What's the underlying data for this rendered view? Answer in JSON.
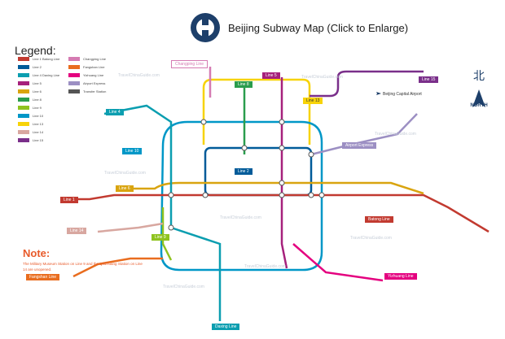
{
  "map": {
    "title": "Beijing Subway Map (Click to Enlarge)",
    "legend_title": "Legend:",
    "legend_items": [
      {
        "label": "Line 1 Batong Line",
        "color": "#c23a30",
        "col": 0,
        "row": 0
      },
      {
        "label": "Line 2",
        "color": "#005b99",
        "col": 0,
        "row": 1
      },
      {
        "label": "Line 4 Daxing Line",
        "color": "#0b9eb0",
        "col": 0,
        "row": 2
      },
      {
        "label": "Line 5",
        "color": "#a6217c",
        "col": 0,
        "row": 3
      },
      {
        "label": "Line 6",
        "color": "#d9a40f",
        "col": 0,
        "row": 4
      },
      {
        "label": "Line 8",
        "color": "#2a9d4d",
        "col": 0,
        "row": 5
      },
      {
        "label": "Line 9",
        "color": "#8fc31f",
        "col": 0,
        "row": 6
      },
      {
        "label": "Line 10",
        "color": "#0097c7",
        "col": 0,
        "row": 7
      },
      {
        "label": "Line 13",
        "color": "#f7d308",
        "col": 0,
        "row": 8
      },
      {
        "label": "Line 14",
        "color": "#d8a7a0",
        "col": 0,
        "row": 9
      },
      {
        "label": "Line 15",
        "color": "#7a2f8a",
        "col": 0,
        "row": 10
      },
      {
        "label": "Changping Line",
        "color": "#d57bb2",
        "col": 1,
        "row": 0
      },
      {
        "label": "Fangshan Line",
        "color": "#e96d1f",
        "col": 1,
        "row": 1
      },
      {
        "label": "Yizhuang Line",
        "color": "#e4007f",
        "col": 1,
        "row": 2
      },
      {
        "label": "Airport Express",
        "color": "#9c8fc3",
        "col": 1,
        "row": 3
      },
      {
        "label": "Transfer Station",
        "color": "#555555",
        "col": 1,
        "row": 4
      }
    ],
    "note_title": "Note:",
    "note_text": "The Military Museum Station on Line 9 and the Qilizhuang Station on Line 14 are unopened.",
    "north_cn": "北",
    "north_en": "NORTH",
    "airport_label": "Beijing Capital Airport",
    "watermark": "TravelChinaGuide.com",
    "line_tags": [
      {
        "label": "Changping Line",
        "color": "#d57bb2"
      },
      {
        "label": "Line 8",
        "color": "#2a9d4d"
      },
      {
        "label": "Line 5",
        "color": "#a6217c"
      },
      {
        "label": "Line 15",
        "color": "#7a2f8a"
      },
      {
        "label": "Line 4",
        "color": "#0b9eb0"
      },
      {
        "label": "Line 13",
        "color": "#f7d308"
      },
      {
        "label": "Line 10",
        "color": "#0097c7"
      },
      {
        "label": "Airport Express",
        "color": "#9c8fc3"
      },
      {
        "label": "Line 2",
        "color": "#005b99"
      },
      {
        "label": "Line 6",
        "color": "#d9a40f"
      },
      {
        "label": "Line 1",
        "color": "#c23a30"
      },
      {
        "label": "Line 14",
        "color": "#d8a7a0"
      },
      {
        "label": "Line 9",
        "color": "#8fc31f"
      },
      {
        "label": "Batong Line",
        "color": "#c23a30"
      },
      {
        "label": "Fangshan Line",
        "color": "#e96d1f"
      },
      {
        "label": "Daxing Line",
        "color": "#0b9eb0"
      },
      {
        "label": "Yizhuang Line",
        "color": "#e4007f"
      }
    ]
  }
}
